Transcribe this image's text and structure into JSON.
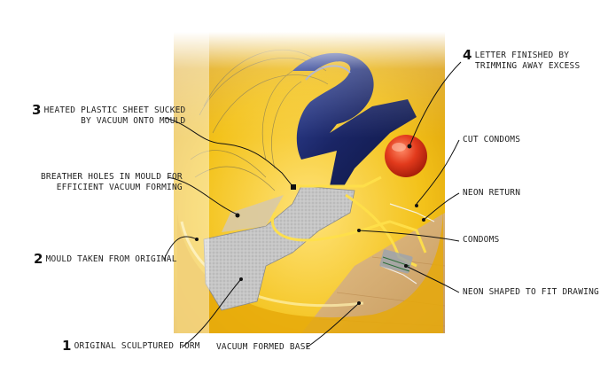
{
  "callouts": [
    {
      "id": "heated-sheet",
      "number": "3",
      "line1": "Heated plastic sheet sucked",
      "line2": "by vacuum onto mould"
    },
    {
      "id": "breather-holes",
      "number": "",
      "line1": "Breather holes in mould for",
      "line2": "efficient vacuum forming"
    },
    {
      "id": "mould",
      "number": "2",
      "line1": "Mould taken from original",
      "line2": ""
    },
    {
      "id": "original-form",
      "number": "1",
      "line1": "Original sculptured form",
      "line2": ""
    },
    {
      "id": "vacuum-base",
      "number": "",
      "line1": "Vacuum formed base",
      "line2": ""
    },
    {
      "id": "letter-finished",
      "number": "4",
      "line1": "Letter finished by",
      "line2": "trimming away excess"
    },
    {
      "id": "cut-condoms",
      "number": "",
      "line1": "Cut condoms",
      "line2": ""
    },
    {
      "id": "neon-return",
      "number": "",
      "line1": "Neon return",
      "line2": ""
    },
    {
      "id": "condoms",
      "number": "",
      "line1": "Condoms",
      "line2": ""
    },
    {
      "id": "neon-shaped",
      "number": "",
      "line1": "Neon shaped to fit drawing",
      "line2": ""
    }
  ],
  "colors": {
    "base_yellow": "#f2c21a",
    "letter_navy": "#1e2b6b",
    "neon_red": "#e23a1c",
    "mould_grey": "#c9c9c9",
    "wood": "#d9b27a",
    "leader": "#111111"
  }
}
